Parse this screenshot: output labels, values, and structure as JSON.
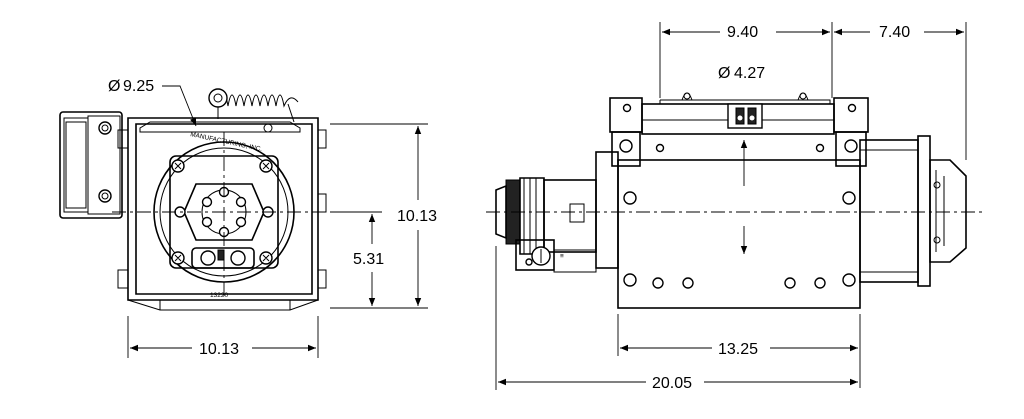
{
  "dimensions": {
    "front_bolt_circle": "9.25",
    "front_height": "10.13",
    "front_center_height": "5.31",
    "front_width": "10.13",
    "top_span": "9.40",
    "right_overhang": "7.40",
    "port_diameter": "4.27",
    "body_length": "13.25",
    "overall_length": "20.05"
  },
  "symbols": {
    "diameter": "Ø"
  },
  "labels": {
    "manufacturer_text": "MANUFACTURING, INC.",
    "part_number": "13220"
  }
}
